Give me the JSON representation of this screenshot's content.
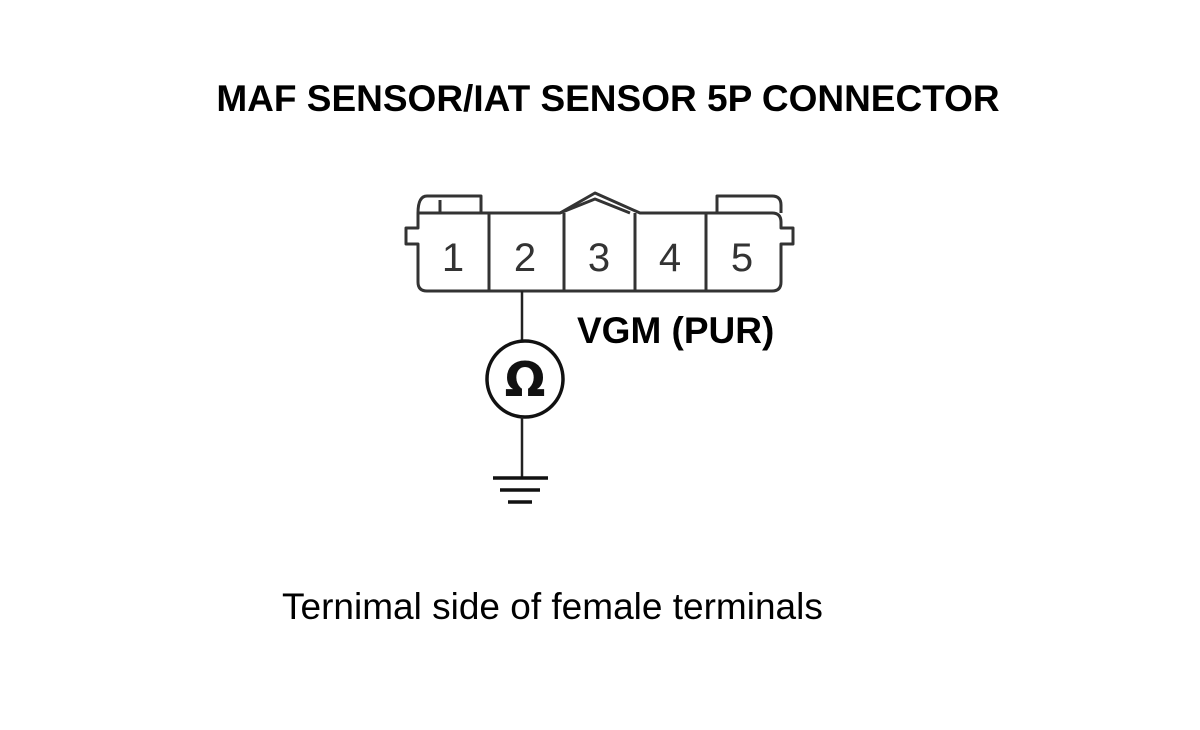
{
  "title": "MAF SENSOR/IAT SENSOR 5P CONNECTOR",
  "connector": {
    "pins": [
      "1",
      "2",
      "3",
      "4",
      "5"
    ],
    "probed_pin": "2"
  },
  "wire_label": "VGM (PUR)",
  "meter_symbol": "Ω",
  "icons": [
    "ohmmeter-icon",
    "ground-icon"
  ],
  "caption": "Ternimal side of female terminals"
}
